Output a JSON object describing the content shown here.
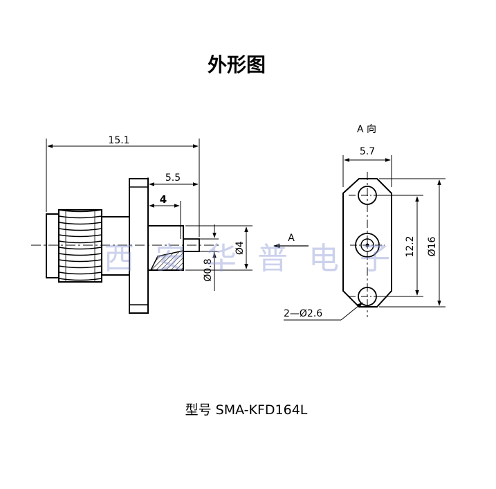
{
  "title": "外形图",
  "model_label": "型号 SMA-KFD164L",
  "watermark": "西安华普电子",
  "side_view": {
    "dims": {
      "overall_length": "15.1",
      "flange_to_end": "5.5",
      "pin_length": "4",
      "body_diameter": "Ø4",
      "pin_diameter": "Ø0.8"
    },
    "arrow_label": "A"
  },
  "end_view": {
    "view_label": "A 向",
    "dims": {
      "width": "5.7",
      "hole_spacing": "12.2",
      "flange_height": "Ø16",
      "holes": "2—Ø2.6"
    }
  }
}
